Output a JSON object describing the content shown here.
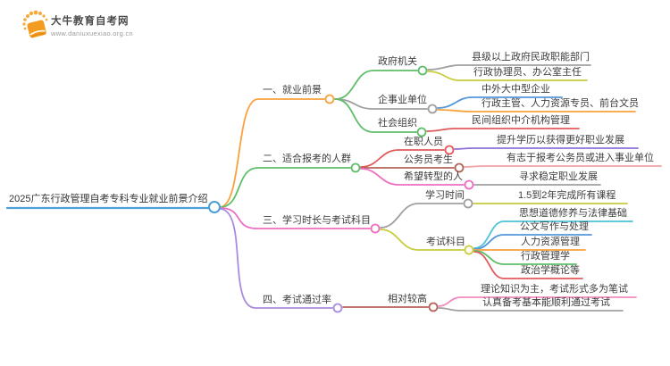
{
  "logo": {
    "site_name": "大牛教育自考网",
    "site_url": "www.daniuxuexiao.org.cn",
    "icon": "book-icon",
    "brand_color": "#F5A01E"
  },
  "mindmap": {
    "title": "2025广东行政管理自考专科专业就业前景介绍",
    "nodes": [
      {
        "id": "root",
        "label": "2025广东行政管理自考专科专业就业前景介绍",
        "color": "#4A9FD8"
      },
      {
        "id": "employment",
        "label": "一、就业前景",
        "color": "#F9A13C"
      },
      {
        "id": "government",
        "label": "政府机关",
        "color": "#5FBE69"
      },
      {
        "id": "gov-dept",
        "label": "县级以上政府民政职能部门",
        "color": "#A0A0A0"
      },
      {
        "id": "gov-roles",
        "label": "行政协理员、办公室主任",
        "color": "#C8CC3D"
      },
      {
        "id": "enterprise",
        "label": "企事业单位",
        "color": "#A0A0A0"
      },
      {
        "id": "ent-type",
        "label": "中外大中型企业",
        "color": "#5598D9"
      },
      {
        "id": "ent-roles",
        "label": "行政主管、人力资源专员、前台文员",
        "color": "#F9A13C"
      },
      {
        "id": "social-org",
        "label": "社会组织",
        "color": "#5FBE69"
      },
      {
        "id": "social-role",
        "label": "民间组织中介机构管理",
        "color": "#E05A5C"
      },
      {
        "id": "suitable",
        "label": "二、适合报考的人群",
        "color": "#5FBE69"
      },
      {
        "id": "in-service",
        "label": "在职人员",
        "color": "#E05A5C"
      },
      {
        "id": "in-service-goal",
        "label": "提升学历以获得更好职业发展",
        "color": "#8E70D2"
      },
      {
        "id": "civil-servant",
        "label": "公务员考生",
        "color": "#B4645B"
      },
      {
        "id": "civil-goal",
        "label": "有志于报考公务员或进入事业单位",
        "color": "#F2A2A4"
      },
      {
        "id": "career-change",
        "label": "希望转型的人",
        "color": "#EE6FC2"
      },
      {
        "id": "career-goal",
        "label": "寻求稳定职业发展",
        "color": "#A0A0A0"
      },
      {
        "id": "duration-subjects",
        "label": "三、学习时长与考试科目",
        "color": "#EE6FC2"
      },
      {
        "id": "study-time",
        "label": "学习时间",
        "color": "#A0A0A0"
      },
      {
        "id": "study-duration",
        "label": "1.5到2年完成所有课程",
        "color": "#C8CC3D"
      },
      {
        "id": "subjects",
        "label": "考试科目",
        "color": "#C8CC3D"
      },
      {
        "id": "subject-1",
        "label": "思想道德修养与法律基础",
        "color": "#4EC4D9"
      },
      {
        "id": "subject-2",
        "label": "公文写作与处理",
        "color": "#5598D9"
      },
      {
        "id": "subject-3",
        "label": "人力资源管理",
        "color": "#F9A13C"
      },
      {
        "id": "subject-4",
        "label": "行政管理学",
        "color": "#5FBE69"
      },
      {
        "id": "subject-5",
        "label": "政治学概论等",
        "color": "#E05A5C"
      },
      {
        "id": "pass-rate",
        "label": "四、考试通过率",
        "color": "#AA8CDF"
      },
      {
        "id": "relatively-high",
        "label": "相对较高",
        "color": "#B4645B"
      },
      {
        "id": "exam-form",
        "label": "理论知识为主，考试形式多为笔试",
        "color": "#F28BBB"
      },
      {
        "id": "pass-tip",
        "label": "认真备考基本能顺利通过考试",
        "color": "#A0A0A0"
      }
    ]
  }
}
